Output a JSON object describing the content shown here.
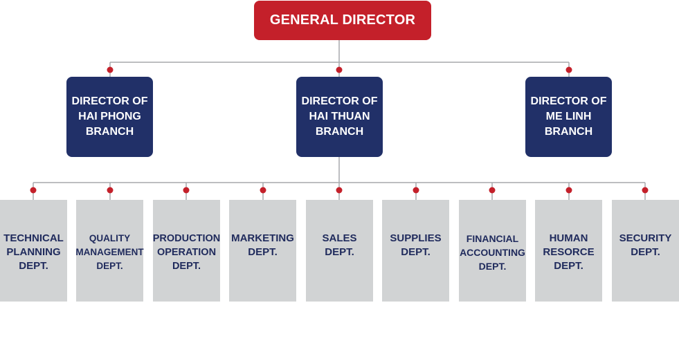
{
  "colors": {
    "general_director_bg": "#c4202a",
    "director_bg": "#213068",
    "dept_bg": "#d1d3d4",
    "dept_text": "#1f2a5c",
    "connector": "#a7a9ac",
    "dot": "#c4202a"
  },
  "general_director": {
    "label": "GENERAL DIRECTOR"
  },
  "directors": [
    {
      "label": "DIRECTOR OF\nHAI PHONG\nBRANCH"
    },
    {
      "label": "DIRECTOR OF\nHAI THUAN\nBRANCH"
    },
    {
      "label": "DIRECTOR OF\nME LINH\nBRANCH"
    }
  ],
  "departments": [
    {
      "label": "TECHNICAL\nPLANNING\nDEPT."
    },
    {
      "label": "QUALITY\nMANAGEMENT\nDEPT."
    },
    {
      "label": "PRODUCTION\nOPERATION\nDEPT."
    },
    {
      "label": "MARKETING\nDEPT."
    },
    {
      "label": "SALES\nDEPT."
    },
    {
      "label": "SUPPLIES\nDEPT."
    },
    {
      "label": "FINANCIAL\nACCOUNTING\nDEPT."
    },
    {
      "label": "HUMAN\nRESORCE\nDEPT."
    },
    {
      "label": "SECURITY\nDEPT."
    }
  ]
}
